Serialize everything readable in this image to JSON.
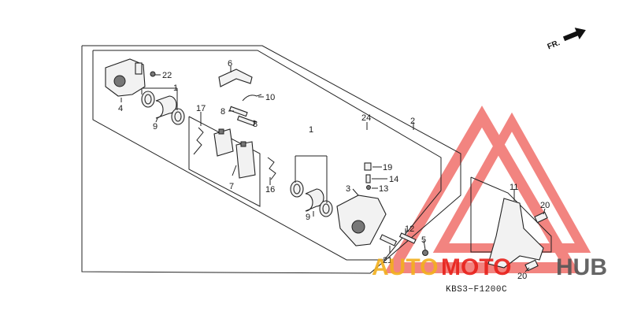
{
  "diagram": {
    "code": "KBS3−F1200C",
    "direction_label": "FR.",
    "callouts": [
      "22",
      "1",
      "4",
      "9",
      "6",
      "10",
      "17",
      "8",
      "8",
      "7",
      "16",
      "24",
      "2",
      "1",
      "19",
      "14",
      "13",
      "3",
      "9",
      "12",
      "5",
      "21",
      "11",
      "20",
      "20"
    ]
  },
  "watermark": {
    "part1": "AUTO",
    "part2": "MOTO",
    "part3": "HUB",
    "colors": {
      "triangle": "#e8201a",
      "auto": "#f2b01e",
      "moto": "#e8201a",
      "hub": "#555555"
    }
  }
}
